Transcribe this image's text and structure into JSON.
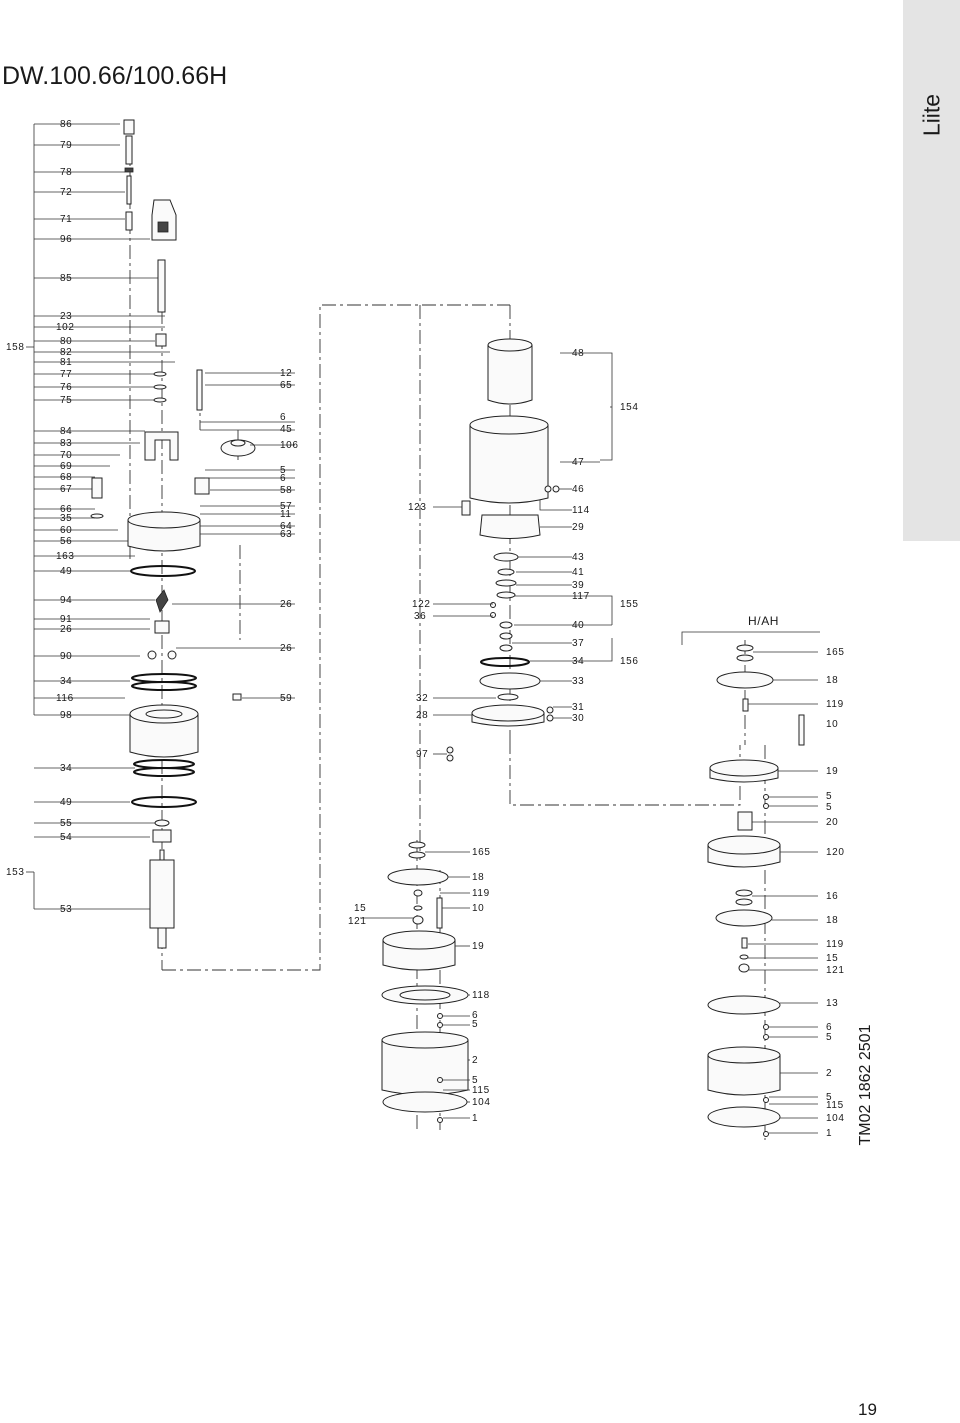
{
  "title": "DW.100.66/100.66H",
  "side_tab": "Liite",
  "drawing_code": "TM02 1862 2501",
  "page_number": "19",
  "variant_label": "H/AH",
  "callouts": [
    "86",
    "79",
    "78",
    "72",
    "71",
    "96",
    "85",
    "23",
    "102",
    "158",
    "80",
    "82",
    "81",
    "77",
    "76",
    "75",
    "84",
    "83",
    "70",
    "69",
    "68",
    "67",
    "66",
    "35",
    "60",
    "56",
    "163",
    "49",
    "94",
    "91",
    "26",
    "90",
    "34",
    "116",
    "98",
    "34",
    "49",
    "55",
    "54",
    "153",
    "53",
    "12",
    "65",
    "6",
    "45",
    "106",
    "5",
    "6",
    "58",
    "57",
    "11",
    "64",
    "63",
    "26",
    "26",
    "59",
    "123",
    "122",
    "36",
    "32",
    "28",
    "97",
    "15",
    "121",
    "48",
    "154",
    "47",
    "46",
    "114",
    "29",
    "43",
    "41",
    "39",
    "117",
    "155",
    "40",
    "37",
    "34",
    "156",
    "33",
    "31",
    "30",
    "165",
    "18",
    "119",
    "10",
    "19",
    "118",
    "6",
    "5",
    "2",
    "5",
    "115",
    "104",
    "1",
    "165",
    "18",
    "119",
    "10",
    "19",
    "5",
    "5",
    "20",
    "120",
    "16",
    "18",
    "119",
    "15",
    "121",
    "13",
    "6",
    "5",
    "2",
    "5",
    "115",
    "104",
    "1"
  ]
}
